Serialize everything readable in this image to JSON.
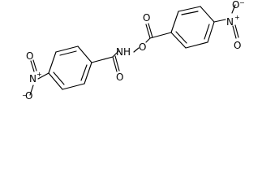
{
  "molecule": {
    "atoms": {
      "left_nitro_o_top": "O",
      "left_nitro_n": "N",
      "left_nitro_n_charge": "+",
      "left_nitro_o_bottom": "O",
      "left_nitro_o_bottom_charge": "−",
      "amide_o": "O",
      "nh": "NH",
      "ester_o_link": "O",
      "ester_o_carbonyl": "O",
      "right_nitro_n": "N",
      "right_nitro_n_charge": "+",
      "right_nitro_o_top": "O",
      "right_nitro_o_top_charge": "−",
      "right_nitro_o_bottom": "O"
    }
  }
}
